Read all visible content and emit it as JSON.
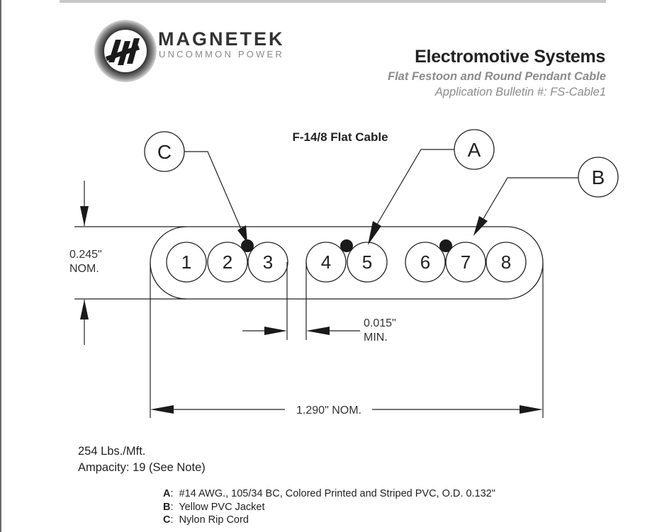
{
  "header": {
    "logo_name": "MAGNETEK",
    "logo_tagline": "UNCOMMON POWER",
    "title": "Electromotive Systems",
    "subtitle": "Flat Festoon and Round Pendant Cable",
    "bulletin": "Application Bulletin #: FS-Cable1"
  },
  "diagram": {
    "cable_title": "F-14/8 Flat Cable",
    "wires": [
      "1",
      "2",
      "3",
      "4",
      "5",
      "6",
      "7",
      "8"
    ],
    "callouts": {
      "A": "A",
      "B": "B",
      "C": "C"
    },
    "dim_height_value": "0.245\"",
    "dim_height_unit": "NOM.",
    "dim_gap_value": "0.015\"",
    "dim_gap_unit": "MIN.",
    "dim_width": "1.290\" NOM."
  },
  "specs": {
    "weight": "254 Lbs./Mft.",
    "ampacity": "Ampacity: 19 (See Note)"
  },
  "legend": [
    {
      "key": "A",
      "text": "#14 AWG., 105/34 BC, Colored Printed and Striped PVC, O.D. 0.132\""
    },
    {
      "key": "B",
      "text": "Yellow PVC Jacket"
    },
    {
      "key": "C",
      "text": "Nylon Rip Cord"
    }
  ]
}
